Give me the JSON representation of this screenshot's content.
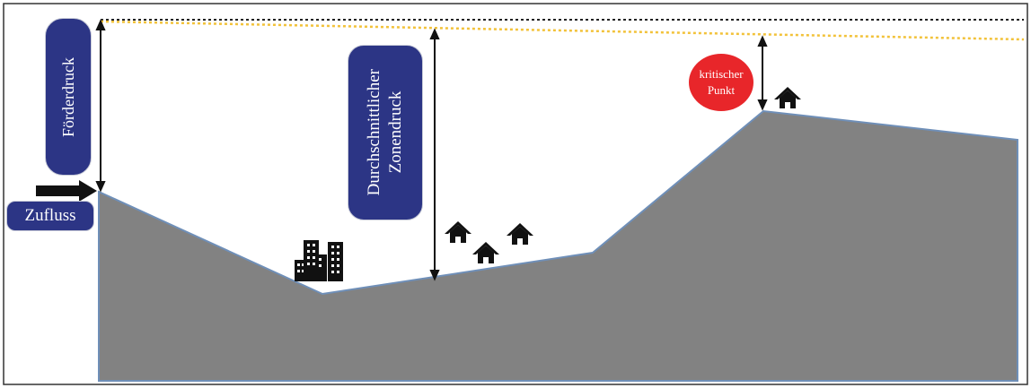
{
  "labels": {
    "foerderdruck": "Förderdruck",
    "zone_line1": "Durchschnittlicher",
    "zone_line2": "Zonendruck",
    "zufluss": "Zufluss",
    "critical_line1": "kritischer",
    "critical_line2": "Punkt"
  },
  "colors": {
    "terrain_fill": "#828282",
    "terrain_edge": "#6f8fb8",
    "label_fill": "#2c3585",
    "critical_fill": "#e8262a",
    "reference_line": "#222222",
    "pressure_line": "#f2c23a",
    "arrow": "#111111"
  },
  "icons": {
    "inflow": "arrow-right-icon",
    "city": "building-icon",
    "houses": "house-icon"
  }
}
